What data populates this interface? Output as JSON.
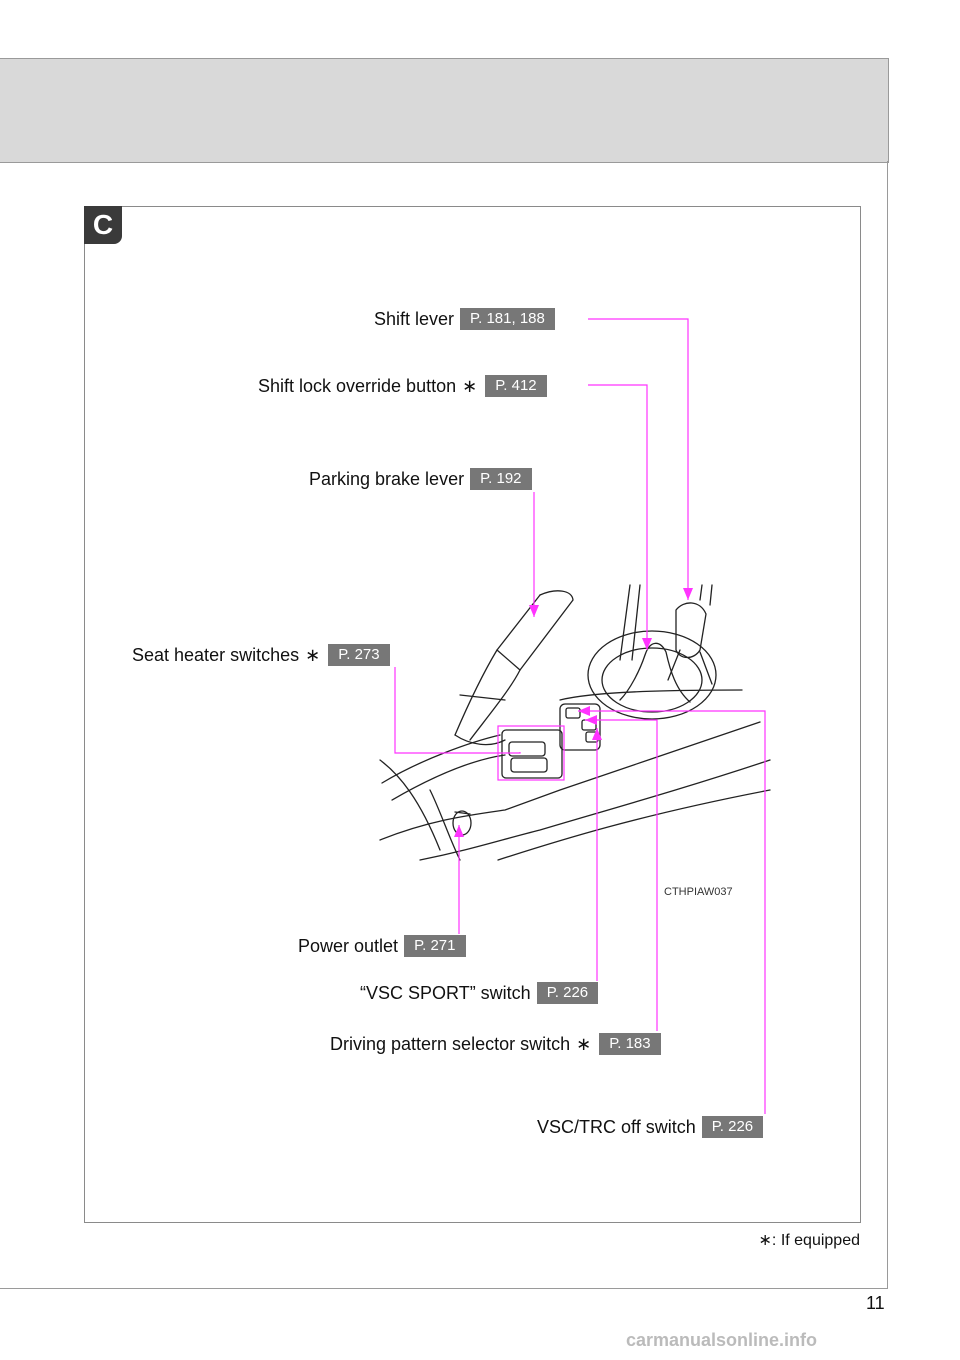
{
  "section": {
    "letter": "C"
  },
  "callouts": [
    {
      "id": "shift-lever",
      "label": "Shift lever",
      "ref": "P. 181, 188",
      "optional": false
    },
    {
      "id": "shift-lock",
      "label": "Shift lock override button",
      "ref": "P. 412",
      "optional": true
    },
    {
      "id": "parking-brake",
      "label": "Parking brake lever",
      "ref": "P. 192",
      "optional": false
    },
    {
      "id": "seat-heater",
      "label": "Seat heater switches",
      "ref": "P. 273",
      "optional": true
    },
    {
      "id": "power-outlet",
      "label": "Power outlet",
      "ref": "P. 271",
      "optional": false
    },
    {
      "id": "vsc-sport",
      "label": "“VSC SPORT” switch",
      "ref": "P. 226",
      "optional": false
    },
    {
      "id": "driving-pattern",
      "label": "Driving pattern selector switch",
      "ref": "P. 183",
      "optional": true
    },
    {
      "id": "vsc-trc",
      "label": "VSC/TRC off switch",
      "ref": "P. 226",
      "optional": false
    }
  ],
  "illustration_code": "CTHPIAW037",
  "footnote": {
    "symbol": "∗",
    "text": ": If equipped"
  },
  "page_number": "11",
  "watermark": "carmanualsonline.info",
  "colors": {
    "leader": "#ff33ff",
    "ref_bg": "#777777",
    "header_bg": "#d9d9d9",
    "badge_bg": "#3a3a3a"
  }
}
